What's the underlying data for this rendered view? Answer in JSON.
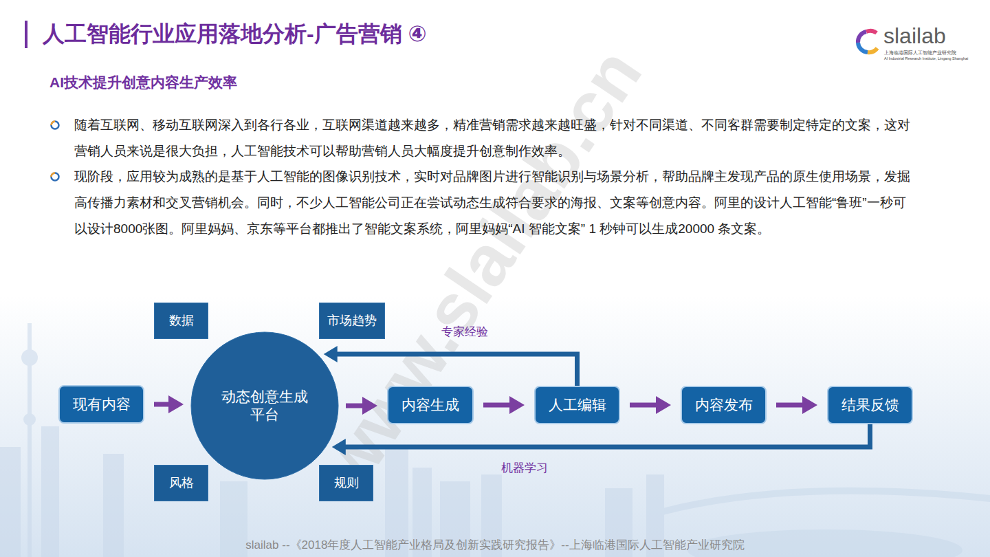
{
  "diagram": {
    "title": "人工智能行业应用落地分析-广告营销 ④",
    "caption": "slailab --《2018年度人工智能产业格局及创新实践研究报告》--上海临港国际人工智能产业研究院",
    "nodes": [
      {
        "text": [
          "现有内容"
        ]
      },
      {
        "text": [
          "数据"
        ]
      },
      {
        "text": [
          "市场趋势"
        ]
      },
      {
        "text": [
          "动态创意生成 平台"
        ]
      },
      {
        "text": [
          "风格"
        ]
      },
      {
        "text": [
          "规则"
        ]
      },
      {
        "text": [
          "内容生成"
        ]
      },
      {
        "text": [
          "人工编辑"
        ]
      },
      {
        "text": [
          "内容发布"
        ]
      },
      {
        "text": [
          "结果反馈"
        ]
      }
    ],
    "edges": [
      {
        "from": 0,
        "to": 3,
        "arrow": "to"
      },
      {
        "from": 3,
        "to": 6,
        "arrow": "to"
      },
      {
        "from": 6,
        "to": 7,
        "arrow": "to"
      },
      {
        "from": 7,
        "to": 8,
        "arrow": "to"
      },
      {
        "from": 8,
        "to": 9,
        "arrow": "to"
      },
      {
        "from": 7,
        "to": 3,
        "label": "专家经验",
        "arrow": "to"
      },
      {
        "from": 9,
        "to": 3,
        "label": "机器学习",
        "arrow": "to"
      }
    ],
    "labels": [
      "AI技术提升创意内容生产效率",
      "随着互联网、移动互联网深入到各行各业，互联网渠道越来越多，精准营销需求越来越旺盛，针对不同渠道、不同客群需要制定特定的文案，这对营销人员来说是很大负担，人工智能技术可以帮助营销人员大幅度提升创意制作效率。",
      "现阶段，应用较为成熟的是基于人工智能的图像识别技术，实时对品牌图片进行智能识别与场景分析，帮助品牌主发现产品的原生使用场景，发掘高传播力素材和交叉营销机会。同时，不少人工智能公司正在尝试动态生成符合要求的海报、文案等创意内容。阿里的设计人工智能“鲁班”一秒可以设计8000张图。阿里妈妈、京东等平台都推出了智能文案系统，阿里妈妈“AI 智能文案” 1 秒钟可以生成20000 条文案。",
      "slailab",
      "上海临港国际人工智能产业研究院",
      "AI Industrial Research Institute, Lingang Shanghai",
      "www.slailab.cn"
    ]
  }
}
